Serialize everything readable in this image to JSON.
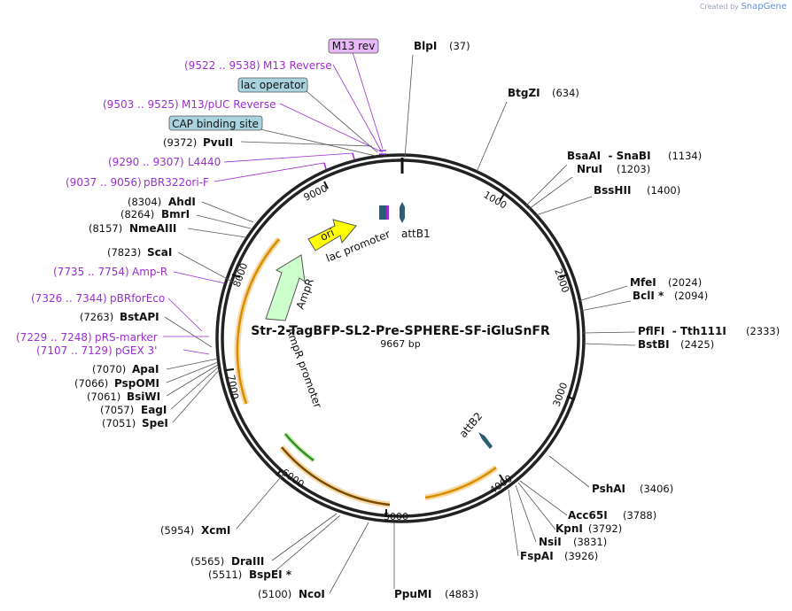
{
  "credit": {
    "prefix": "Created by",
    "brand": "SnapGene"
  },
  "plasmid": {
    "name": "Str-2-TagBFP-SL2-Pre-SPHERE-SF-iGluSnFR",
    "length_label": "9667 bp"
  },
  "ticks": [
    "1000",
    "2000",
    "3000",
    "4000",
    "5000",
    "6000",
    "7000",
    "8000",
    "9000"
  ],
  "right_enzymes": [
    {
      "name": "BlpI",
      "pos": "(37)"
    },
    {
      "name": "BtgZI",
      "pos": "(634)"
    },
    {
      "name": "BsaAI  - SnaBI",
      "pos": "(1134)"
    },
    {
      "name": "NruI",
      "pos": "(1203)"
    },
    {
      "name": "BssHII",
      "pos": "(1400)"
    },
    {
      "name": "MfeI",
      "pos": "(2024)"
    },
    {
      "name": "BclI *",
      "pos": "(2094)"
    },
    {
      "name": "PflFI  - Tth111I",
      "pos": "(2333)"
    },
    {
      "name": "BstBI",
      "pos": "(2425)"
    },
    {
      "name": "PshAI",
      "pos": "(3406)"
    },
    {
      "name": "Acc65I",
      "pos": "(3788)"
    },
    {
      "name": "KpnI",
      "pos": "(3792)"
    },
    {
      "name": "NsiI",
      "pos": "(3831)"
    },
    {
      "name": "FspAI",
      "pos": "(3926)"
    },
    {
      "name": "PpuMI",
      "pos": "(4883)"
    }
  ],
  "left_enzymes": [
    {
      "name": "PvuII",
      "pos": "(9372)"
    },
    {
      "name": "AhdI",
      "pos": "(8304)"
    },
    {
      "name": "BmrI",
      "pos": "(8264)"
    },
    {
      "name": "NmeAIII",
      "pos": "(8157)"
    },
    {
      "name": "ScaI",
      "pos": "(7823)"
    },
    {
      "name": "BstAPI",
      "pos": "(7263)"
    },
    {
      "name": "ApaI",
      "pos": "(7070)"
    },
    {
      "name": "PspOMI",
      "pos": "(7066)"
    },
    {
      "name": "BsiWI",
      "pos": "(7061)"
    },
    {
      "name": "EagI",
      "pos": "(7057)"
    },
    {
      "name": "SpeI",
      "pos": "(7051)"
    },
    {
      "name": "XcmI",
      "pos": "(5954)"
    },
    {
      "name": "DraIII",
      "pos": "(5565)"
    },
    {
      "name": "BspEI *",
      "pos": "(5511)"
    },
    {
      "name": "NcoI",
      "pos": "(5100)"
    }
  ],
  "feature_labels": [
    {
      "range": "(9522 .. 9538)",
      "name": "M13 Reverse"
    },
    {
      "range": "(9503 .. 9525)",
      "name": "M13/pUC Reverse"
    },
    {
      "range": "(9290 .. 9307)",
      "name": "L4440"
    },
    {
      "range": "(9037 .. 9056)",
      "name": "pBR322ori-F"
    },
    {
      "range": "(7735 .. 7754)",
      "name": "Amp-R"
    },
    {
      "range": "(7326 .. 7344)",
      "name": "pBRforEco"
    },
    {
      "range": "(7229 .. 7248)",
      "name": "pRS-marker"
    },
    {
      "range": "(7107 .. 7129)",
      "name": "pGEX 3'"
    }
  ],
  "boxed_labels": [
    {
      "name": "M13 rev",
      "color": "#e7b8f5"
    },
    {
      "name": "lac operator",
      "color": "#a9d3df"
    },
    {
      "name": "CAP binding site",
      "color": "#a9d3df"
    }
  ],
  "inner_labels": {
    "ori": "ori",
    "lac_promoter": "lac promoter",
    "attB1": "attB1",
    "attB2": "attB2",
    "AmpR": "AmpR",
    "AmpR_promoter": "AmpR promoter"
  },
  "colors": {
    "feature_text": "#9b2fcf",
    "ori": "#ffff00",
    "ampr": "#ccffcc",
    "orange_feature": "#d98e00",
    "green_feature": "#2f8f1f",
    "att": "#2c5d73"
  }
}
